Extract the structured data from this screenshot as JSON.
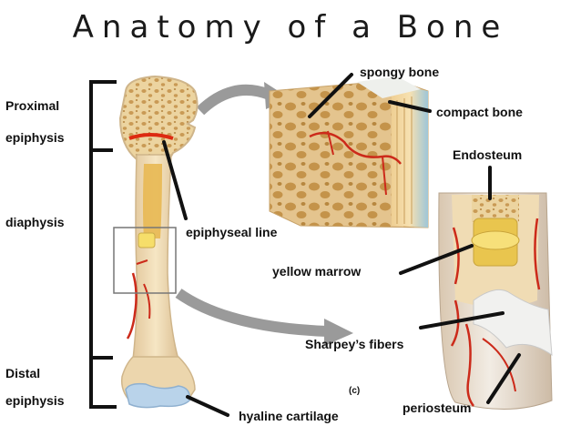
{
  "title": "Anatomy of a Bone",
  "labels": {
    "proximal": "Proximal",
    "epiphysis_top": "epiphysis",
    "diaphysis": "diaphysis",
    "distal": "Distal",
    "epiphysis_bottom": "epiphysis",
    "spongy_bone": "spongy bone",
    "compact_bone": "compact bone",
    "endosteum": "Endosteum",
    "epiphyseal_line": "epiphyseal line",
    "yellow_marrow": "yellow marrow",
    "sharpeys_fibers": "Sharpey’s fibers",
    "periosteum": "periosteum",
    "hyaline_cartilage": "hyaline cartilage",
    "figure_part": "(c)"
  },
  "colors": {
    "bone": "#f0dcb4",
    "spongy": "#e9c98a",
    "marrow": "#f4d76a",
    "cartilage": "#b9d3ea",
    "vessel": "#cc2a1a",
    "bracket": "#111111",
    "arrow": "#9a9a9a"
  }
}
